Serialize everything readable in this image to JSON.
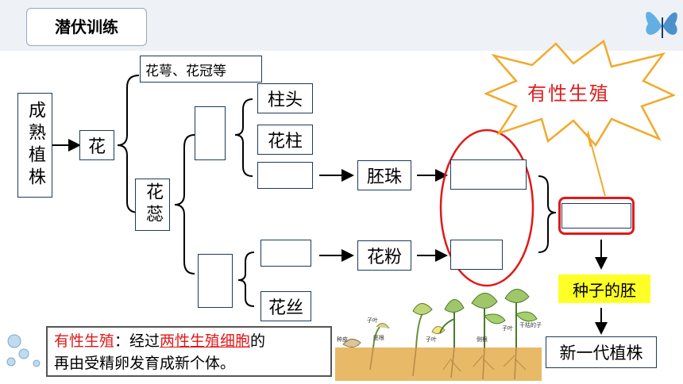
{
  "header": {
    "title": "潜伏训练"
  },
  "nodes": {
    "plant": "成熟植株",
    "flower": "花",
    "sepal_petal": "花萼、花冠等",
    "pistil": "花蕊",
    "stigma": "柱头",
    "style": "花柱",
    "filament": "花丝",
    "ovule": "胚珠",
    "pollen": "花粉",
    "embryo": "种子的胚",
    "new_plant": "新一代植株"
  },
  "callout": {
    "text": "有性生殖"
  },
  "note": {
    "term": "有性生殖",
    "colon": "：经过",
    "underlined": "两性生殖细胞",
    "tail": "的",
    "line2": "再由受精卵发育成新个体。"
  },
  "seedling_labels": [
    "种皮",
    "子叶",
    "胚根",
    "子叶",
    "侧根",
    "子叶",
    "干枯的子叶"
  ],
  "colors": {
    "accent_red": "#e0191a",
    "box_border": "#1f3a5a",
    "label_yellow": "#ffff28",
    "header_bg": "#eef1f6"
  }
}
